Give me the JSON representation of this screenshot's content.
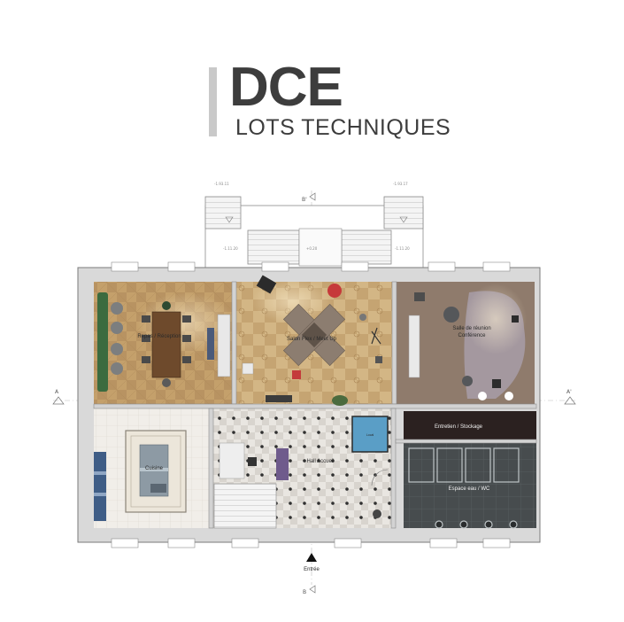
{
  "header": {
    "title": "DCE",
    "subtitle": "LOTS TECHNIQUES"
  },
  "plan": {
    "rooms": {
      "reception": "Repas / Réception",
      "salon": "Salon Flex / Meet Up",
      "reunion_line1": "Salle de réunion",
      "reunion_line2": "Conférence",
      "cuisine": "Cuisine",
      "hall": "Hall Accueil",
      "entretien": "Entretien / Stockage",
      "espace_eau": "Espace eau / WC",
      "local": "Local"
    },
    "entrance": "Entrée",
    "section_markers": {
      "a_left": "A",
      "a_right": "A'",
      "b_top": "B'",
      "b_bottom": "B"
    },
    "levels": {
      "top_left": "-1.93.11",
      "top_right": "-1.93.17",
      "stair_left": "-1.11.20",
      "stair_mid": "+0.20",
      "stair_right": "-1.11.20"
    },
    "colors": {
      "wall": "#d9d9d9",
      "wood_floor": "#bd9a6a",
      "dark_tile": "#3f4446",
      "light_tile": "#e6e2dc",
      "storage": "#2b2120"
    }
  }
}
